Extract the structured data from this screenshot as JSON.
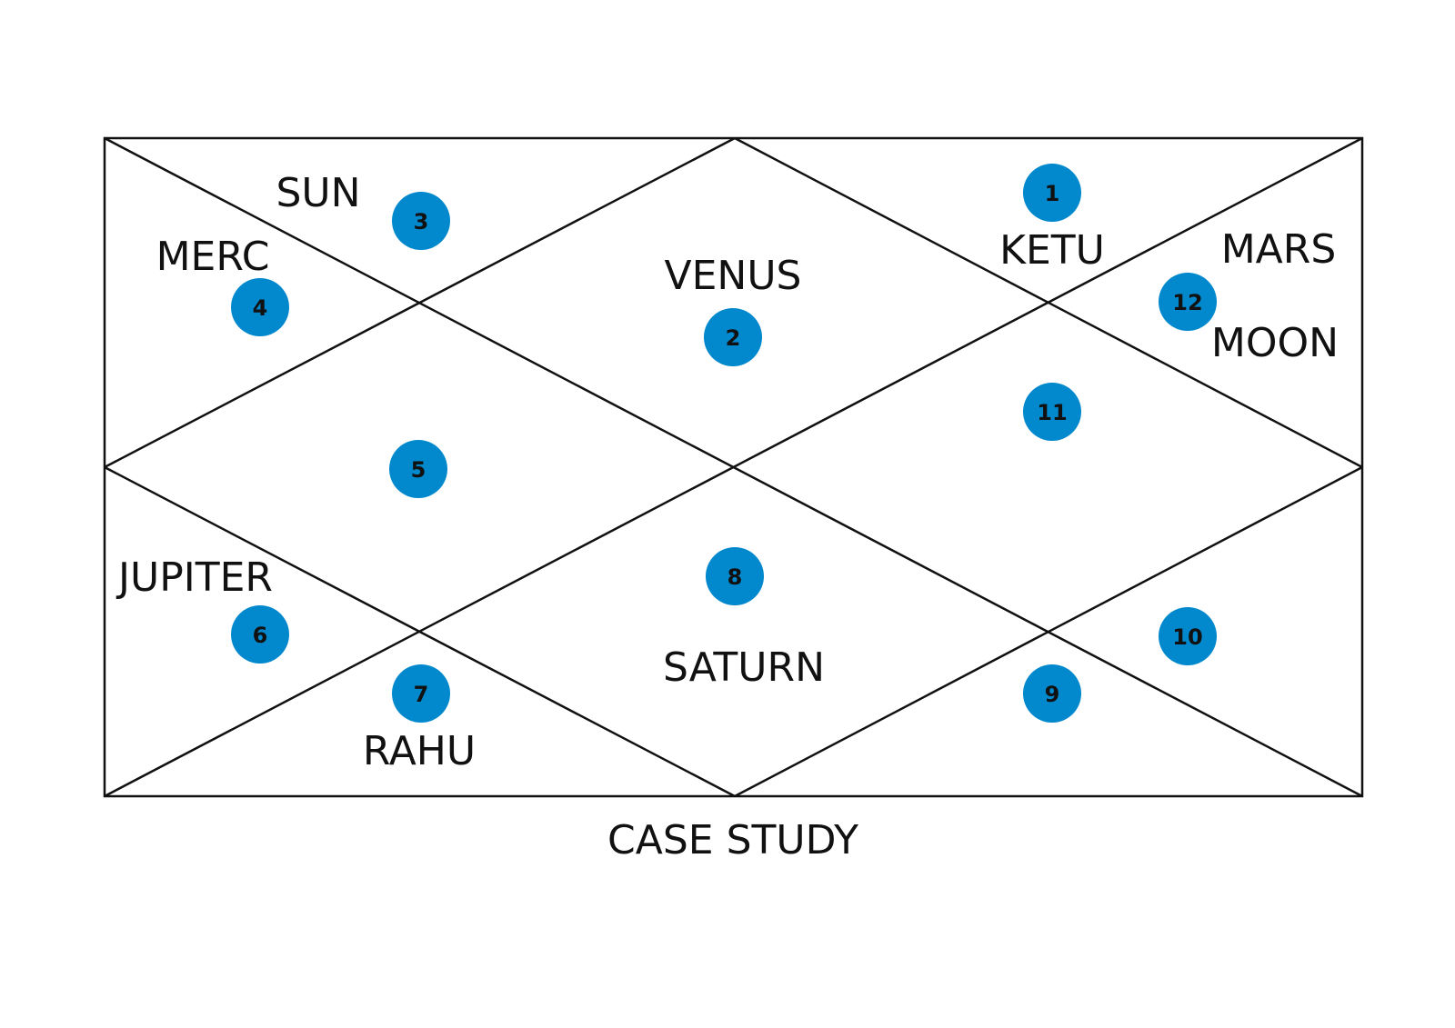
{
  "caption": "CASE STUDY",
  "colors": {
    "line": "#111111",
    "house_circle": "#0288CC",
    "text": "#111111",
    "background": "#ffffff"
  },
  "houses": [
    {
      "number": "1"
    },
    {
      "number": "2"
    },
    {
      "number": "3"
    },
    {
      "number": "4"
    },
    {
      "number": "5"
    },
    {
      "number": "6"
    },
    {
      "number": "7"
    },
    {
      "number": "8"
    },
    {
      "number": "9"
    },
    {
      "number": "10"
    },
    {
      "number": "11"
    },
    {
      "number": "12"
    }
  ],
  "planets": [
    {
      "name": "KETU",
      "house": "1"
    },
    {
      "name": "VENUS",
      "house": "2"
    },
    {
      "name": "SUN",
      "house": "3"
    },
    {
      "name": "MERC",
      "house": "4"
    },
    {
      "name": "JUPITER",
      "house": "6"
    },
    {
      "name": "RAHU",
      "house": "7"
    },
    {
      "name": "SATURN",
      "house": "8"
    },
    {
      "name": "MARS",
      "house": "12"
    },
    {
      "name": "MOON",
      "house": "12"
    }
  ]
}
